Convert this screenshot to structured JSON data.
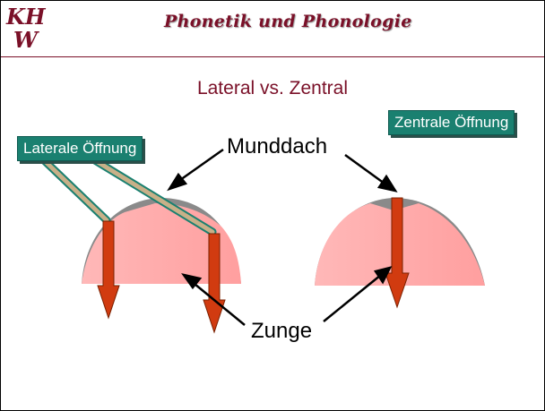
{
  "header": {
    "logo_text_top": "KH",
    "logo_text_bottom": "W",
    "title": "Phonetik und Phonologie"
  },
  "slide": {
    "title": "Lateral vs. Zentral",
    "labels": {
      "lateral_opening": "Laterale Öffnung",
      "central_opening": "Zentrale Öffnung",
      "roof": "Munddach",
      "tongue": "Zunge"
    }
  },
  "colors": {
    "accent": "#7a1028",
    "label_box": "#1a8070",
    "tongue": "#ffafaf",
    "roof_gray": "#8a8a8a",
    "arrow": "#d13b10"
  }
}
